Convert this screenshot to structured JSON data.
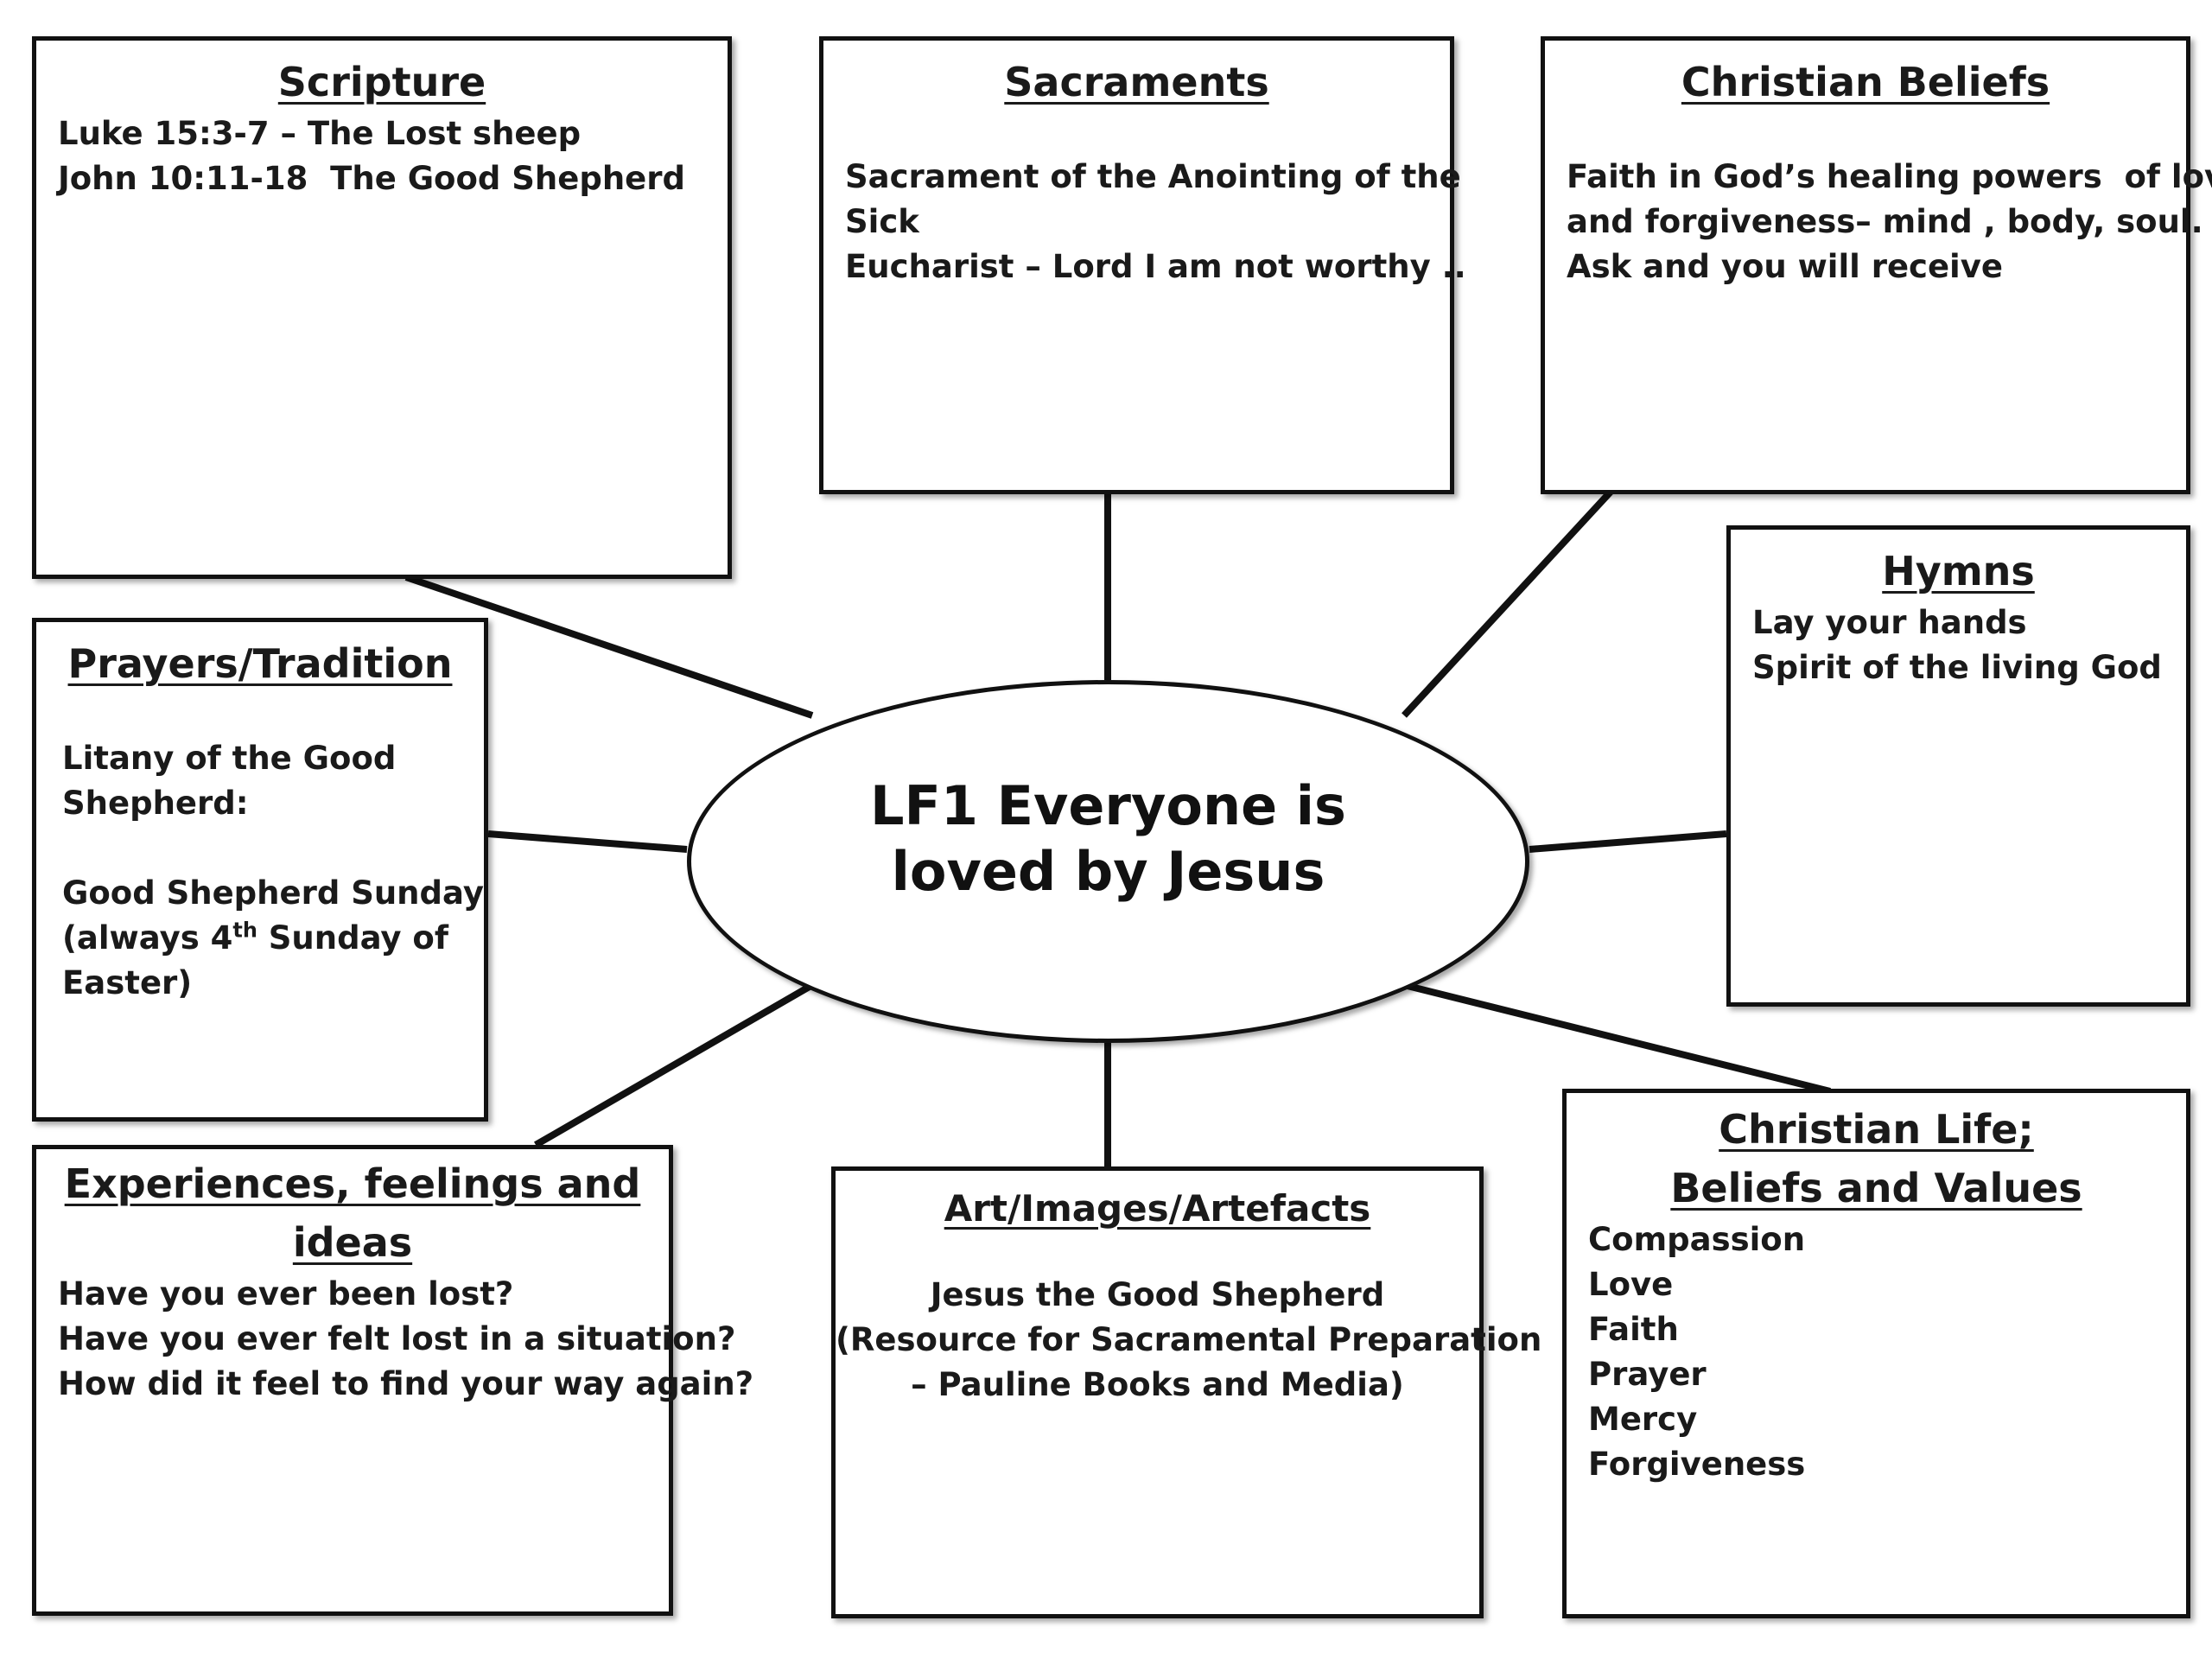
{
  "center": {
    "title_lines": [
      "LF1 Everyone is",
      "loved by Jesus"
    ]
  },
  "boxes": {
    "scripture": {
      "title": "Scripture",
      "lines": [
        "Luke 15:3-7 – The Lost sheep",
        "John 10:11-18  The Good Shepherd"
      ]
    },
    "sacraments": {
      "title": "Sacraments",
      "lines": [
        "Sacrament of the Anointing of the",
        "Sick",
        "Eucharist – Lord I am not worthy .."
      ]
    },
    "christian_beliefs": {
      "title": "Christian Beliefs",
      "lines": [
        "Faith in God’s healing powers  of love",
        "and forgiveness– mind , body, soul.",
        "Ask and you will receive"
      ]
    },
    "hymns": {
      "title": "Hymns",
      "lines": [
        "Lay your hands",
        "Spirit of the living God"
      ]
    },
    "prayers_tradition": {
      "title": "Prayers/Tradition",
      "lines": [
        "Litany of the Good",
        "Shepherd:",
        "Good Shepherd Sunday",
        "(always 4",
        "th",
        " Sunday of",
        "Easter)"
      ]
    },
    "experiences": {
      "title_lines": [
        "Experiences, feelings and",
        "ideas"
      ],
      "lines": [
        "Have you ever been lost?",
        "Have you ever felt lost in a situation?",
        "How did it feel to find your way again?"
      ]
    },
    "art": {
      "title": "Art/Images/Artefacts",
      "lines": [
        "Jesus the Good Shepherd",
        "(Resource for Sacramental Preparation",
        "– Pauline Books and Media)"
      ]
    },
    "christian_life": {
      "title_lines": [
        "Christian Life;",
        "Beliefs and Values"
      ],
      "lines": [
        "Compassion",
        "Love",
        "Faith",
        "Prayer",
        "Mercy",
        "Forgiveness"
      ]
    }
  }
}
